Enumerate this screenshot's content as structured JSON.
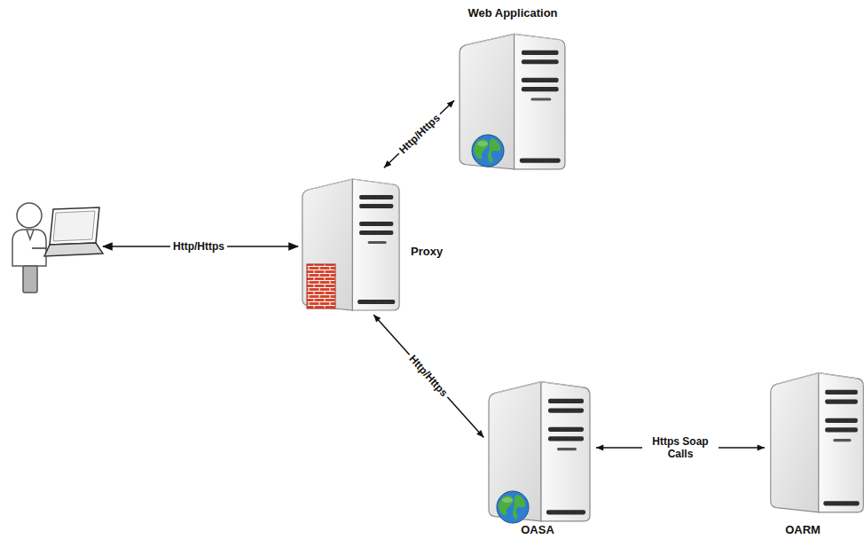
{
  "diagram": {
    "nodes": [
      {
        "text": [
          "Web Application"
        ]
      },
      {
        "text": [
          "Proxy"
        ]
      },
      {
        "text": [
          "OASA"
        ]
      },
      {
        "text": [
          "OARM"
        ]
      }
    ],
    "edges": [
      {
        "from": 1,
        "to": 0,
        "label": "Http/Https",
        "arrow": "both"
      },
      {
        "from": 1,
        "to": 2,
        "label": "Http/Https",
        "arrow": "both"
      },
      {
        "from": 2,
        "to": 3,
        "label": "Https Soap Calls",
        "arrow": "both"
      }
    ],
    "labels": [
      "Http/Https"
    ]
  }
}
